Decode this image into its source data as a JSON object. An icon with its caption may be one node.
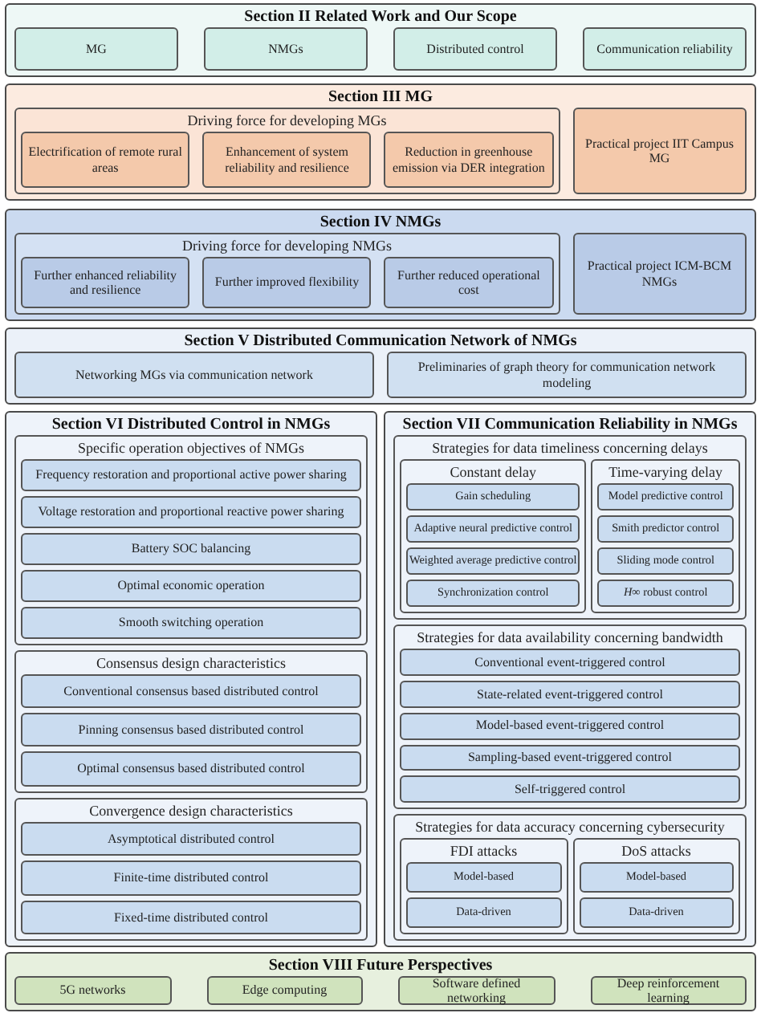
{
  "diagram": {
    "nodes": [
      {
        "text": [
          "Section II Related Work and Our Scope"
        ]
      },
      {
        "text": [
          "MG"
        ],
        "in": 0
      },
      {
        "text": [
          "NMGs"
        ],
        "in": 0
      },
      {
        "text": [
          "Distributed control"
        ],
        "in": 0
      },
      {
        "text": [
          "Communication reliability"
        ],
        "in": 0
      },
      {
        "text": [
          "Section III MG"
        ]
      },
      {
        "text": [
          "Driving force for developing MGs"
        ],
        "in": 5
      },
      {
        "text": [
          "Electrification of remote rural areas"
        ],
        "in": 6
      },
      {
        "text": [
          "Enhancement of system reliability and resilience"
        ],
        "in": 6
      },
      {
        "text": [
          "Reduction in greenhouse emission via DER integration"
        ],
        "in": 6
      },
      {
        "text": [
          "Practical project IIT Campus MG"
        ],
        "in": 5
      },
      {
        "text": [
          "Section IV NMGs"
        ]
      },
      {
        "text": [
          "Driving force for developing NMGs"
        ],
        "in": 11
      },
      {
        "text": [
          "Further enhanced reliability and resilience"
        ],
        "in": 12
      },
      {
        "text": [
          "Further improved flexibility"
        ],
        "in": 12
      },
      {
        "text": [
          "Further reduced operational cost"
        ],
        "in": 12
      },
      {
        "text": [
          "Practical project ICM-BCM NMGs"
        ],
        "in": 11
      },
      {
        "text": [
          "Section V Distributed Communication Network of NMGs"
        ]
      },
      {
        "text": [
          "Networking MGs via communication network"
        ],
        "in": 17
      },
      {
        "text": [
          "Preliminaries of graph theory for communication network modeling"
        ],
        "in": 17
      },
      {
        "text": [
          "Section VI Distributed Control in NMGs"
        ]
      },
      {
        "text": [
          "Specific operation objectives of NMGs"
        ],
        "in": 20
      },
      {
        "text": [
          "Frequency restoration and proportional active power sharing"
        ],
        "in": 21
      },
      {
        "text": [
          "Voltage restoration and proportional reactive power sharing"
        ],
        "in": 21
      },
      {
        "text": [
          "Battery SOC balancing"
        ],
        "in": 21
      },
      {
        "text": [
          "Optimal economic operation"
        ],
        "in": 21
      },
      {
        "text": [
          "Smooth switching operation"
        ],
        "in": 21
      },
      {
        "text": [
          "Consensus design characteristics"
        ],
        "in": 20
      },
      {
        "text": [
          "Conventional consensus based distributed control"
        ],
        "in": 27
      },
      {
        "text": [
          "Pinning consensus based distributed control"
        ],
        "in": 27
      },
      {
        "text": [
          "Optimal consensus based distributed control"
        ],
        "in": 27
      },
      {
        "text": [
          "Convergence design characteristics"
        ],
        "in": 20
      },
      {
        "text": [
          "Asymptotical distributed control"
        ],
        "in": 31
      },
      {
        "text": [
          "Finite-time distributed control"
        ],
        "in": 31
      },
      {
        "text": [
          "Fixed-time distributed control"
        ],
        "in": 31
      },
      {
        "text": [
          "Section VII Communication Reliability in NMGs"
        ]
      },
      {
        "text": [
          "Strategies for data timeliness concerning delays"
        ],
        "in": 35
      },
      {
        "text": [
          "Constant delay"
        ],
        "in": 36
      },
      {
        "text": [
          "Gain scheduling"
        ],
        "in": 37
      },
      {
        "text": [
          "Adaptive neural predictive control"
        ],
        "in": 37
      },
      {
        "text": [
          "Weighted average predictive control"
        ],
        "in": 37
      },
      {
        "text": [
          "Synchronization control"
        ],
        "in": 37
      },
      {
        "text": [
          "Time-varying delay"
        ],
        "in": 36
      },
      {
        "text": [
          "Model predictive control"
        ],
        "in": 42
      },
      {
        "text": [
          "Smith predictor control"
        ],
        "in": 42
      },
      {
        "text": [
          "Sliding mode control"
        ],
        "in": 42
      },
      {
        "text": [
          "*H∞* robust control"
        ],
        "in": 42
      },
      {
        "text": [
          "Strategies for data availability concerning bandwidth"
        ],
        "in": 35
      },
      {
        "text": [
          "Conventional event-triggered control"
        ],
        "in": 47
      },
      {
        "text": [
          "State-related event-triggered control"
        ],
        "in": 47
      },
      {
        "text": [
          "Model-based event-triggered control"
        ],
        "in": 47
      },
      {
        "text": [
          "Sampling-based event-triggered control"
        ],
        "in": 47
      },
      {
        "text": [
          "Self-triggered control"
        ],
        "in": 47
      },
      {
        "text": [
          "Strategies for data accuracy concerning cybersecurity"
        ],
        "in": 35
      },
      {
        "text": [
          "FDI attacks"
        ],
        "in": 53
      },
      {
        "text": [
          "Model-based"
        ],
        "in": 54
      },
      {
        "text": [
          "Data-driven"
        ],
        "in": 54
      },
      {
        "text": [
          "DoS attacks"
        ],
        "in": 53
      },
      {
        "text": [
          "Model-based"
        ],
        "in": 57
      },
      {
        "text": [
          "Data-driven"
        ],
        "in": 57
      },
      {
        "text": [
          "Section VIII Future Perspectives"
        ]
      },
      {
        "text": [
          "5G networks"
        ],
        "in": 60
      },
      {
        "text": [
          "Edge computing"
        ],
        "in": 60
      },
      {
        "text": [
          "Software defined networking"
        ],
        "in": 60
      },
      {
        "text": [
          "Deep reinforcement learning"
        ],
        "in": 60
      }
    ]
  }
}
